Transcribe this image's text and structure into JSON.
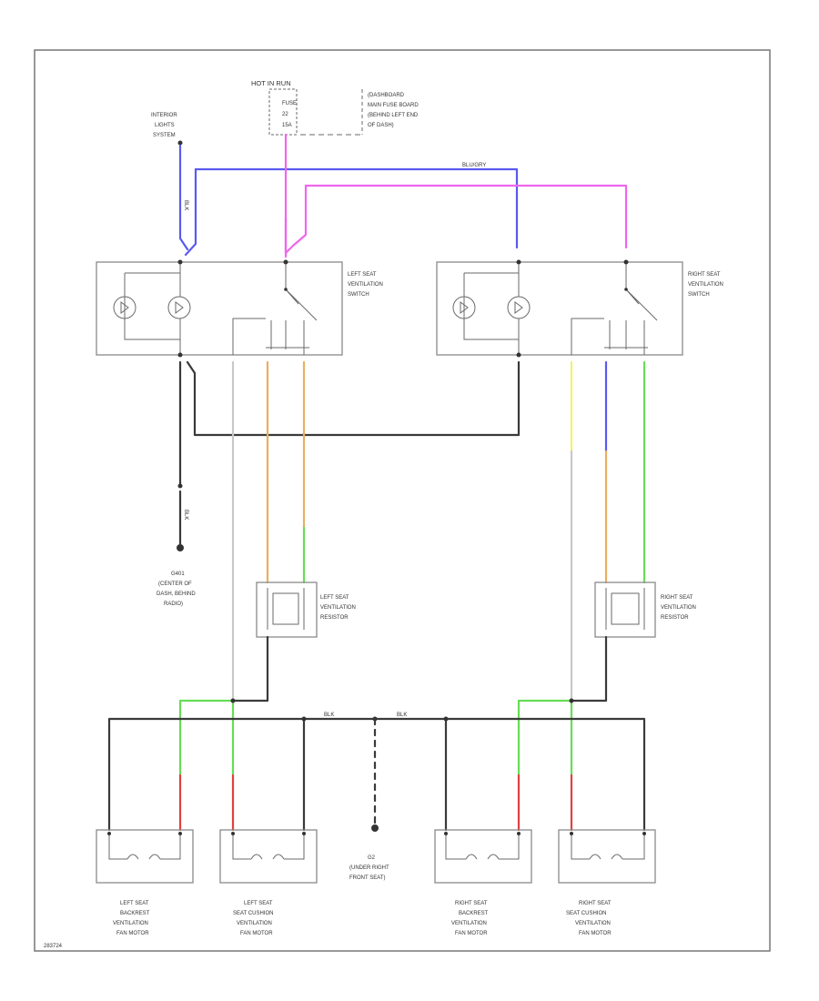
{
  "colors": {
    "black": "#3a3a3a",
    "blue": "#5a5af0",
    "pink": "#ee66ee",
    "orange": "#e8b060",
    "yellow": "#f0f070",
    "green": "#66dd55",
    "red": "#e04040",
    "white": "#c8c8c8",
    "gray": "#8a8a8a"
  },
  "power": {
    "source": "HOT IN RUN",
    "fuse": "FUSE",
    "fuse_no": "22",
    "amp": "15A",
    "fuse_location": [
      "(DASHBOARD",
      "MAIN FUSE BOARD",
      "(BEHIND LEFT END",
      "OF DASH)"
    ]
  },
  "interior_lights": [
    "INTERIOR",
    "LIGHTS",
    "SYSTEM"
  ],
  "switches": {
    "left": [
      "LEFT SEAT",
      "VENTILATION",
      "SWITCH"
    ],
    "right": [
      "RIGHT SEAT",
      "VENTILATION",
      "SWITCH"
    ]
  },
  "resistors": {
    "left": [
      "LEFT SEAT",
      "VENTILATION",
      "RESISTOR"
    ],
    "right": [
      "RIGHT SEAT",
      "VENTILATION",
      "RESISTOR"
    ]
  },
  "grounds": {
    "g401": [
      "G401",
      "(CENTER OF",
      "DASH, BEHIND",
      "RADIO)"
    ],
    "g2": [
      "G2",
      "(UNDER RIGHT",
      "FRONT SEAT)"
    ]
  },
  "fans": [
    [
      "LEFT SEAT",
      "BACKREST",
      "VENTILATION",
      "FAN MOTOR"
    ],
    [
      "LEFT SEAT",
      "SEAT CUSHION",
      "VENTILATION",
      "FAN MOTOR"
    ],
    [
      "RIGHT SEAT",
      "BACKREST",
      "VENTILATION",
      "FAN MOTOR"
    ],
    [
      "RIGHT SEAT",
      "SEAT CUSHION",
      "VENTILATION",
      "FAN MOTOR"
    ]
  ],
  "wire_labels": {
    "blu_gry_top": "BLU/GRY",
    "blk": "BLK",
    "blk2": "BLK",
    "blk_bus1": "BLK",
    "blk_bus2": "BLK"
  },
  "figure_id": "283724"
}
